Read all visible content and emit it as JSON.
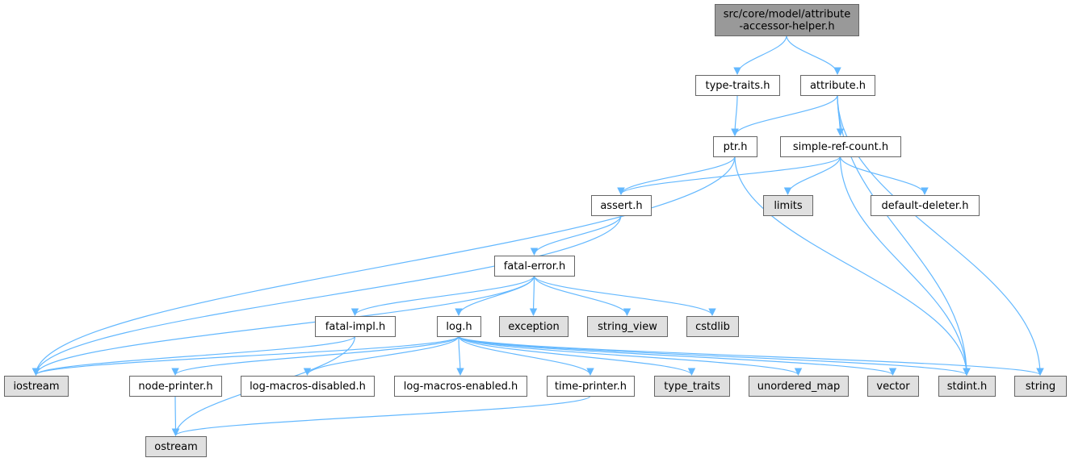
{
  "colors": {
    "root_fill": "#999999",
    "local_fill": "#ffffff",
    "system_fill": "#e0e0e0",
    "border": "#666666",
    "edge": "#63b8ff"
  },
  "nodes": [
    {
      "id": "root",
      "lines": [
        "src/core/model/attribute",
        "-accessor-helper.h"
      ],
      "kind": "root"
    },
    {
      "id": "type-traits-h",
      "lines": [
        "type-traits.h"
      ],
      "kind": "local"
    },
    {
      "id": "attribute-h",
      "lines": [
        "attribute.h"
      ],
      "kind": "local"
    },
    {
      "id": "ptr-h",
      "lines": [
        "ptr.h"
      ],
      "kind": "local"
    },
    {
      "id": "simple-ref-count-h",
      "lines": [
        "simple-ref-count.h"
      ],
      "kind": "local"
    },
    {
      "id": "assert-h",
      "lines": [
        "assert.h"
      ],
      "kind": "local"
    },
    {
      "id": "limits",
      "lines": [
        "limits"
      ],
      "kind": "system"
    },
    {
      "id": "default-deleter-h",
      "lines": [
        "default-deleter.h"
      ],
      "kind": "local"
    },
    {
      "id": "fatal-error-h",
      "lines": [
        "fatal-error.h"
      ],
      "kind": "local"
    },
    {
      "id": "fatal-impl-h",
      "lines": [
        "fatal-impl.h"
      ],
      "kind": "local"
    },
    {
      "id": "log-h",
      "lines": [
        "log.h"
      ],
      "kind": "local"
    },
    {
      "id": "exception",
      "lines": [
        "exception"
      ],
      "kind": "system"
    },
    {
      "id": "string_view",
      "lines": [
        "string_view"
      ],
      "kind": "system"
    },
    {
      "id": "cstdlib",
      "lines": [
        "cstdlib"
      ],
      "kind": "system"
    },
    {
      "id": "iostream",
      "lines": [
        "iostream"
      ],
      "kind": "system"
    },
    {
      "id": "node-printer-h",
      "lines": [
        "node-printer.h"
      ],
      "kind": "local"
    },
    {
      "id": "log-macros-disabled-h",
      "lines": [
        "log-macros-disabled.h"
      ],
      "kind": "local"
    },
    {
      "id": "log-macros-enabled-h",
      "lines": [
        "log-macros-enabled.h"
      ],
      "kind": "local"
    },
    {
      "id": "time-printer-h",
      "lines": [
        "time-printer.h"
      ],
      "kind": "local"
    },
    {
      "id": "type_traits",
      "lines": [
        "type_traits"
      ],
      "kind": "system"
    },
    {
      "id": "unordered_map",
      "lines": [
        "unordered_map"
      ],
      "kind": "system"
    },
    {
      "id": "vector",
      "lines": [
        "vector"
      ],
      "kind": "system"
    },
    {
      "id": "stdint-h",
      "lines": [
        "stdint.h"
      ],
      "kind": "system"
    },
    {
      "id": "string",
      "lines": [
        "string"
      ],
      "kind": "system"
    },
    {
      "id": "ostream",
      "lines": [
        "ostream"
      ],
      "kind": "system"
    }
  ],
  "edges": [
    {
      "from": "root",
      "to": "type-traits-h"
    },
    {
      "from": "root",
      "to": "attribute-h"
    },
    {
      "from": "type-traits-h",
      "to": "ptr-h"
    },
    {
      "from": "attribute-h",
      "to": "ptr-h"
    },
    {
      "from": "attribute-h",
      "to": "simple-ref-count-h"
    },
    {
      "from": "attribute-h",
      "to": "stdint-h"
    },
    {
      "from": "attribute-h",
      "to": "string"
    },
    {
      "from": "ptr-h",
      "to": "assert-h"
    },
    {
      "from": "ptr-h",
      "to": "iostream"
    },
    {
      "from": "ptr-h",
      "to": "stdint-h"
    },
    {
      "from": "simple-ref-count-h",
      "to": "assert-h"
    },
    {
      "from": "simple-ref-count-h",
      "to": "limits"
    },
    {
      "from": "simple-ref-count-h",
      "to": "default-deleter-h"
    },
    {
      "from": "simple-ref-count-h",
      "to": "stdint-h"
    },
    {
      "from": "assert-h",
      "to": "fatal-error-h"
    },
    {
      "from": "assert-h",
      "to": "iostream"
    },
    {
      "from": "fatal-error-h",
      "to": "fatal-impl-h"
    },
    {
      "from": "fatal-error-h",
      "to": "log-h"
    },
    {
      "from": "fatal-error-h",
      "to": "exception"
    },
    {
      "from": "fatal-error-h",
      "to": "string_view"
    },
    {
      "from": "fatal-error-h",
      "to": "cstdlib"
    },
    {
      "from": "fatal-error-h",
      "to": "iostream"
    },
    {
      "from": "fatal-impl-h",
      "to": "iostream"
    },
    {
      "from": "fatal-impl-h",
      "to": "ostream"
    },
    {
      "from": "log-h",
      "to": "iostream"
    },
    {
      "from": "log-h",
      "to": "node-printer-h"
    },
    {
      "from": "log-h",
      "to": "log-macros-disabled-h"
    },
    {
      "from": "log-h",
      "to": "log-macros-enabled-h"
    },
    {
      "from": "log-h",
      "to": "time-printer-h"
    },
    {
      "from": "log-h",
      "to": "type_traits"
    },
    {
      "from": "log-h",
      "to": "unordered_map"
    },
    {
      "from": "log-h",
      "to": "vector"
    },
    {
      "from": "log-h",
      "to": "stdint-h"
    },
    {
      "from": "log-h",
      "to": "string"
    },
    {
      "from": "node-printer-h",
      "to": "ostream"
    },
    {
      "from": "time-printer-h",
      "to": "ostream"
    }
  ]
}
